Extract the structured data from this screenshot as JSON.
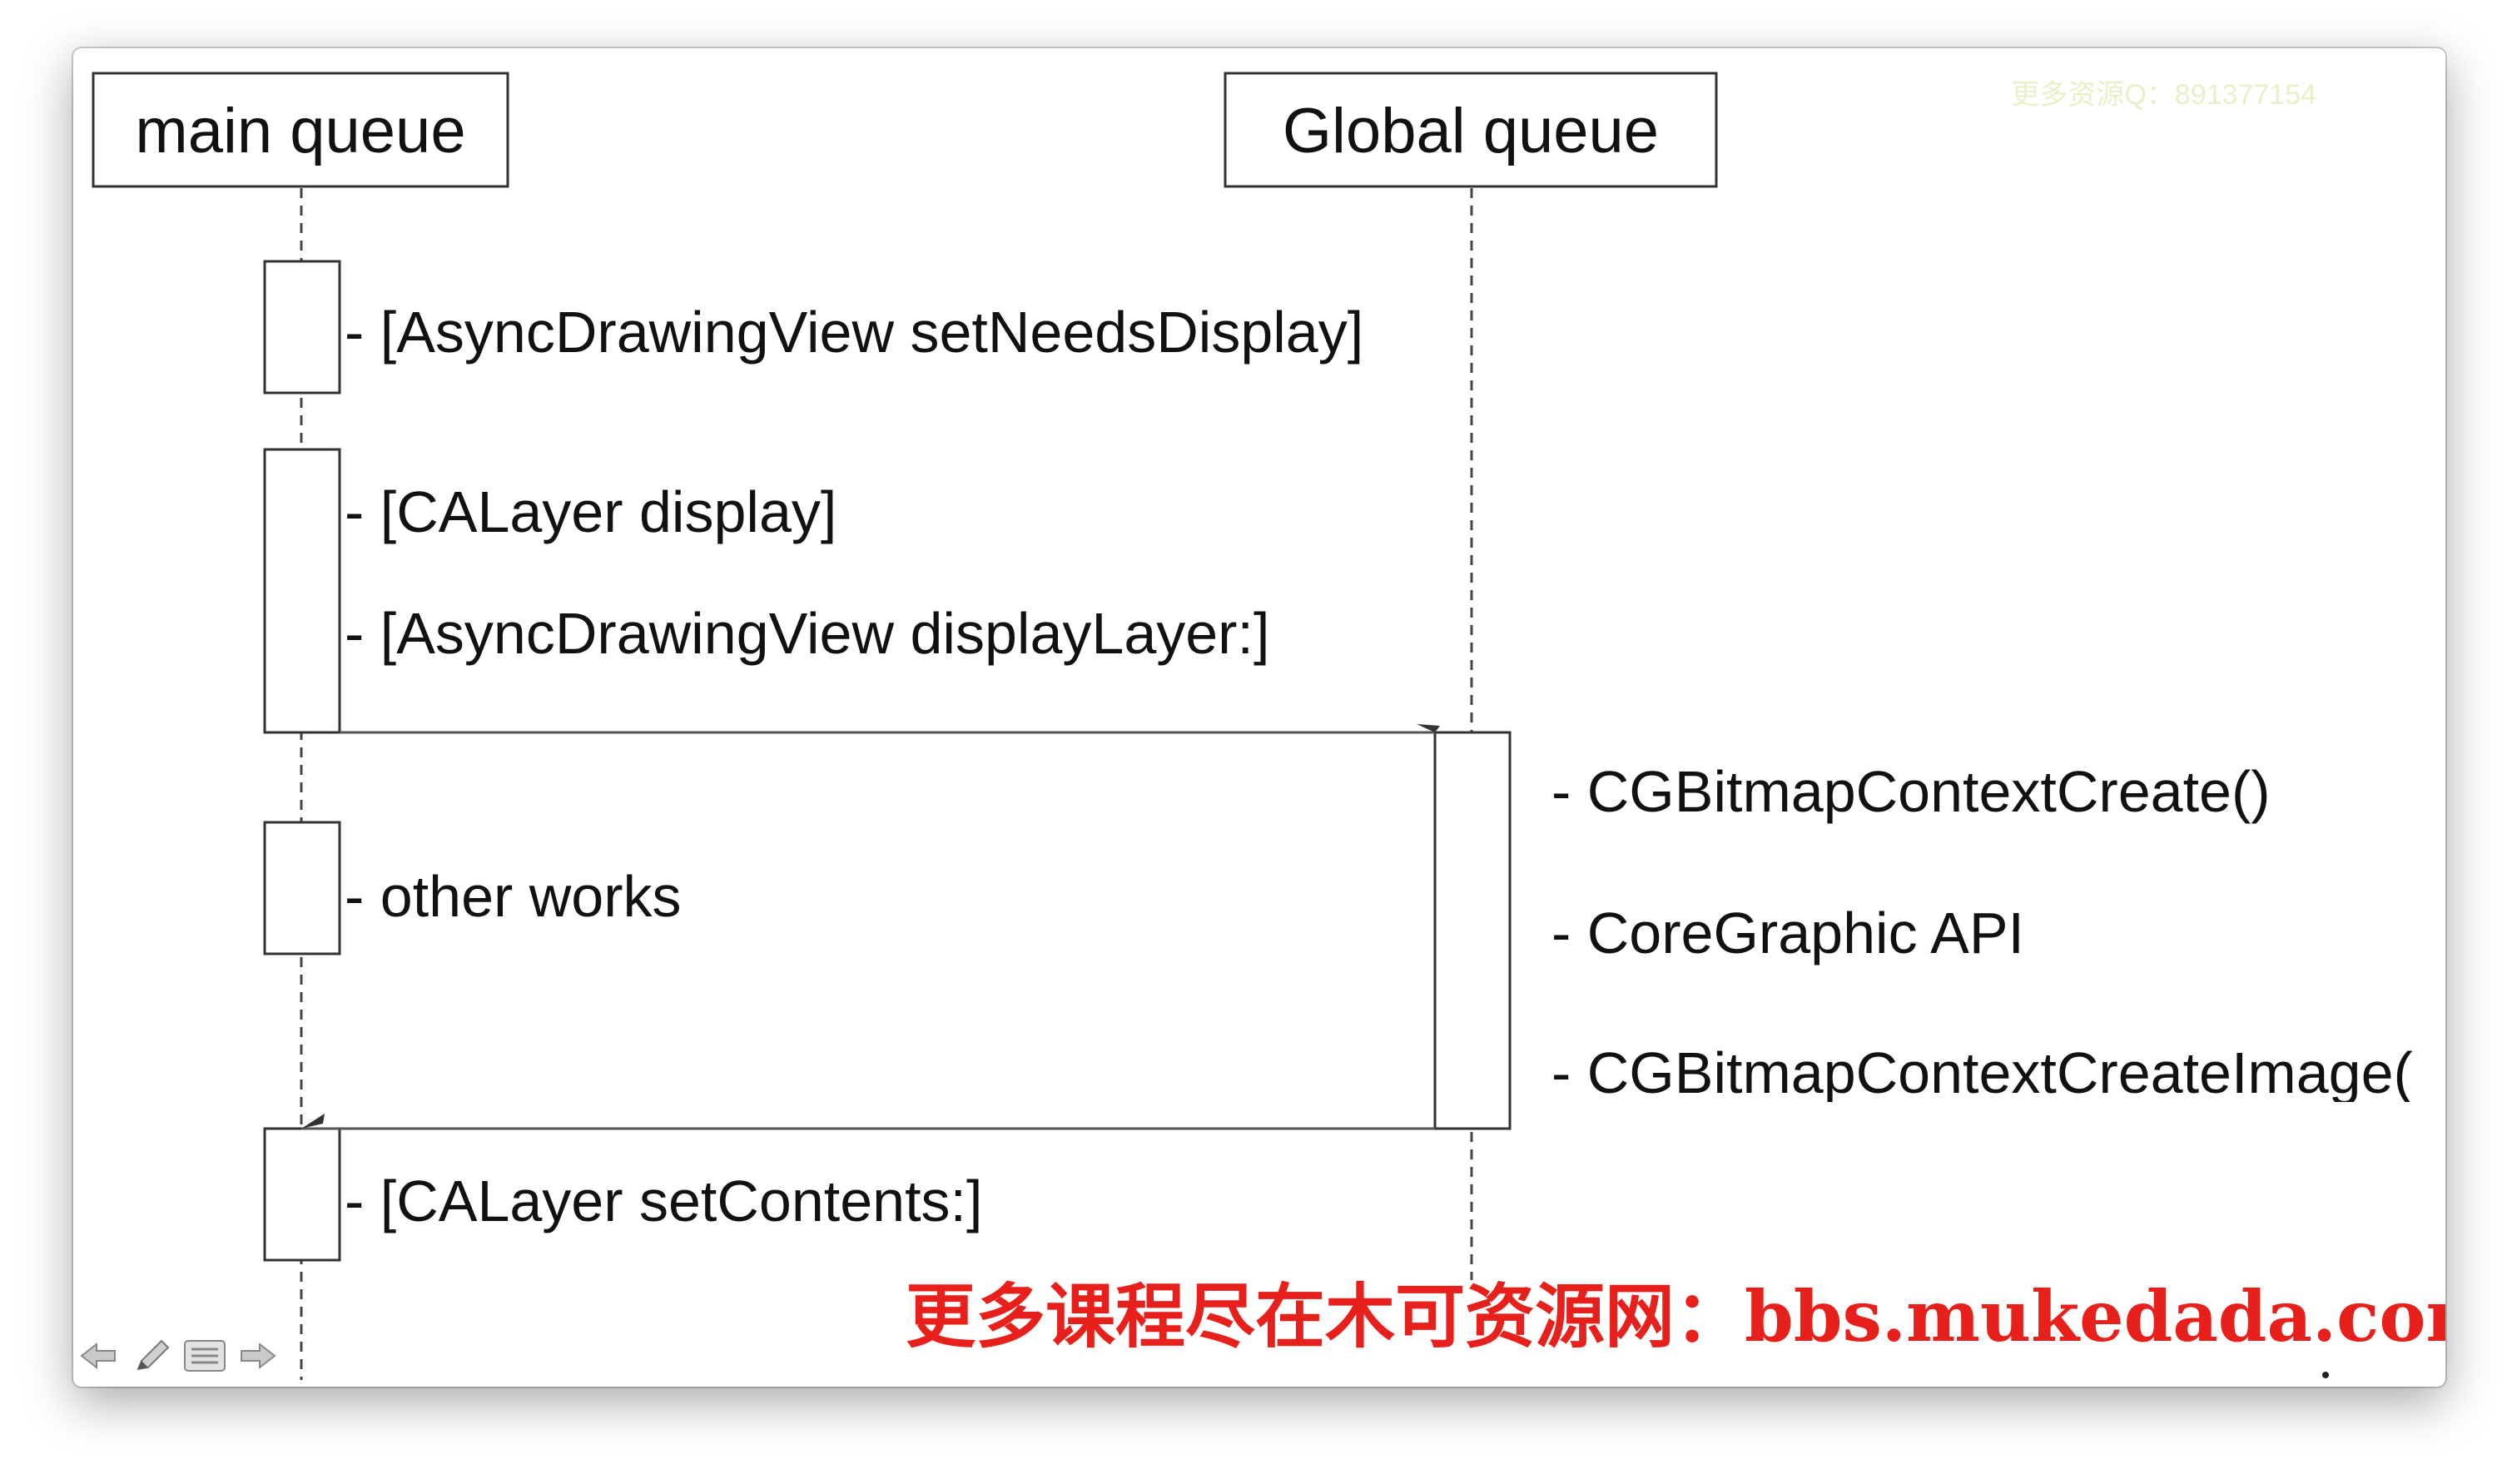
{
  "watermark_qq": "更多资源Q：891377154",
  "banner": "更多课程尽在木可资源网：bbs.mukedada.com",
  "diagram": {
    "lifelines": [
      {
        "label": "main queue"
      },
      {
        "label": "Global queue"
      }
    ],
    "messages": {
      "set_needs_display": "- [AsyncDrawingView setNeedsDisplay]",
      "calayer_display": "- [CALayer display]",
      "display_layer": "- [AsyncDrawingView displayLayer:]",
      "other_works": "- other works",
      "set_contents": "- [CALayer setContents:]",
      "bitmap_create": "- CGBitmapContextCreate()",
      "coregraphic_api": "- CoreGraphic API",
      "bitmap_create_image": "- CGBitmapContextCreateImage("
    }
  },
  "toolbar": {
    "icons": [
      "arrow-left-icon",
      "pencil-icon",
      "menu-icon",
      "arrow-right-icon"
    ]
  },
  "colors": {
    "line": "#444444",
    "banner": "#e8201c",
    "watermark": "#e9f0c8"
  }
}
